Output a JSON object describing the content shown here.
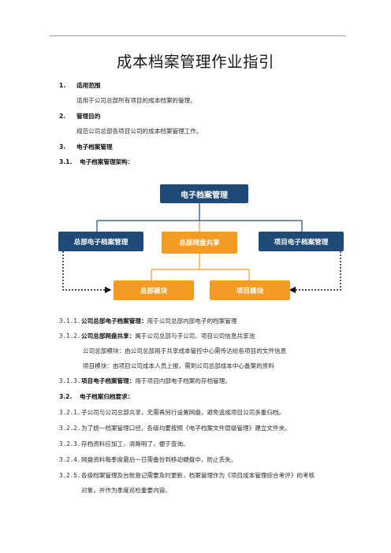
{
  "title": "成本档案管理作业指引",
  "s1": {
    "num": "1.",
    "heading": "适用范围",
    "body": "适用于公司总部所有项目的成本档案的管理。"
  },
  "s2": {
    "num": "2.",
    "heading": "管理目的",
    "body": "规范公司总部各项目公司的成本档案管理工作。"
  },
  "s3": {
    "num": "3.",
    "heading": "电子档案管理"
  },
  "s31": {
    "num": "3.1.",
    "heading": "电子档案管理架构："
  },
  "org": {
    "root": "电子档案管理",
    "left": "总部电子档案管理",
    "center": "总部网盘共享",
    "right": "项目电子档案管理",
    "child_left": "总部模块",
    "child_right": "项目模块",
    "colors": {
      "navy": "#1f4a78",
      "orange": "#f59a23"
    }
  },
  "s311": {
    "num": "3.1.1.",
    "heading": "公司总部电子档案管理：",
    "body": "用于公司总部内部电子的档案管理"
  },
  "s312": {
    "num": "3.1.2.",
    "heading": "公司总部网盘共享：",
    "body": "属于公司总部与子公司、项目公司信息共享池"
  },
  "s312_a": "公司总部模块：由公司总部用于共享成本管控中心需传达给各项目的文件信息",
  "s312_b": "项目模块：由项目公司成本人员上报，需到公司总部成本中心备案的资料",
  "s313": {
    "num": "3.1.3.",
    "heading": "项目电子档案管理：",
    "body": "用于项目内部电子档案的存档管理。"
  },
  "s32": {
    "num": "3.2.",
    "heading": "电子档案归档要求："
  },
  "s321": {
    "num": "3.2.1.",
    "body": "子公司与公司总部共享，无需再另行设置网盘，避免造成项目公司多重归档。"
  },
  "s322": {
    "num": "3.2.2.",
    "body": "为了统一档案管理口径，各级均要按照《电子档案文件层级管理》建立文件夹。"
  },
  "s323": {
    "num": "3.2.3.",
    "body": "存档资料应加工，清晰明了，便于查询。"
  },
  "s324": {
    "num": "3.2.4.",
    "body": "网盘资料每季度最后一日需备份到移动硬盘中，防止丢失。"
  },
  "s325": {
    "num": "3.2.5.",
    "body": "各级档案管理及台账登记需要及时更新，档案管理作为《项目成本管理综合考评》的考核",
    "body2": "对象，并作为季度巡检重要内容。"
  }
}
